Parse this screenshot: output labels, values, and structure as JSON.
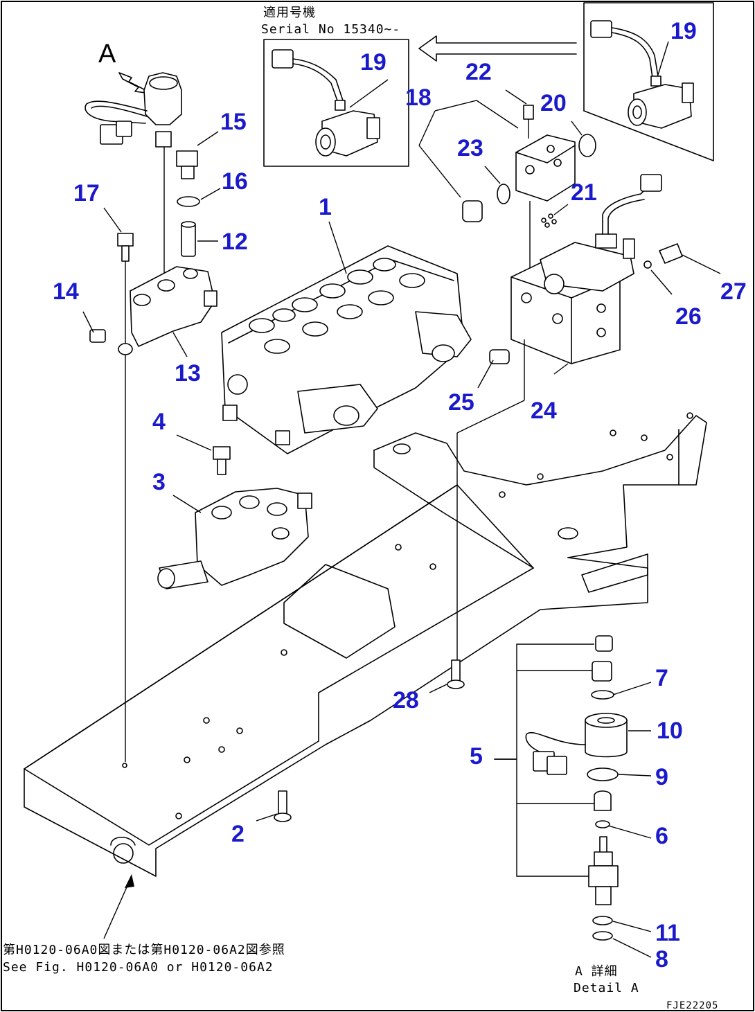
{
  "view_label": "A",
  "serial_note": {
    "jp": "適用号機",
    "en": "Serial No 15340~-"
  },
  "reference_note": {
    "jp": "第H0120-06A0図または第H0120-06A2図参照",
    "en": "See Fig. H0120-06A0 or H0120-06A2"
  },
  "detail_note": {
    "jp": "A 詳細",
    "en": "Detail A"
  },
  "drawing_code": "FJE22205",
  "callouts": {
    "c1": "1",
    "c2": "2",
    "c3": "3",
    "c4": "4",
    "c5": "5",
    "c6": "6",
    "c7": "7",
    "c8": "8",
    "c9": "9",
    "c10": "10",
    "c11": "11",
    "c12": "12",
    "c13": "13",
    "c14": "14",
    "c15": "15",
    "c16": "16",
    "c17": "17",
    "c18": "18",
    "c19a": "19",
    "c19b": "19",
    "c20": "20",
    "c21": "21",
    "c22": "22",
    "c23": "23",
    "c24": "24",
    "c25": "25",
    "c26": "26",
    "c27": "27",
    "c28": "28"
  }
}
